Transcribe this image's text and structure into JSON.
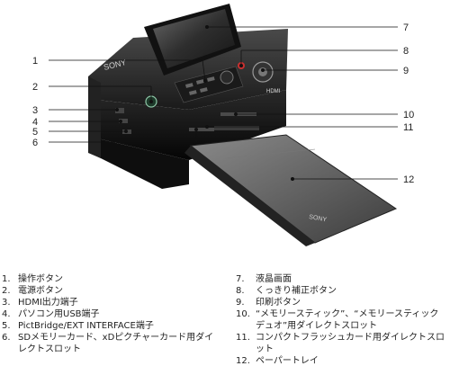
{
  "brand": "SONY",
  "hdmi_mark": "HDMI",
  "callouts": [
    "1",
    "2",
    "3",
    "4",
    "5",
    "6",
    "7",
    "8",
    "9",
    "10",
    "11",
    "12"
  ],
  "legend": [
    {
      "num": "1.",
      "label": "操作ボタン"
    },
    {
      "num": "2.",
      "label": "電源ボタン"
    },
    {
      "num": "3.",
      "label": "HDMI出力端子"
    },
    {
      "num": "4.",
      "label": "パソコン用USB端子"
    },
    {
      "num": "5.",
      "label": "PictBridge/EXT INTERFACE端子"
    },
    {
      "num": "6.",
      "label": "SDメモリーカード、xDピクチャーカード用ダイレクトスロット"
    },
    {
      "num": "7.",
      "label": "液晶画面"
    },
    {
      "num": "8.",
      "label": "くっきり補正ボタン"
    },
    {
      "num": "9.",
      "label": "印刷ボタン"
    },
    {
      "num": "10.",
      "label": "“メモリースティック”、“メモリースティック デュオ”用ダイレクトスロット"
    },
    {
      "num": "11.",
      "label": "コンパクトフラッシュカード用ダイレクトスロット"
    },
    {
      "num": "12.",
      "label": "ペーパートレイ"
    }
  ]
}
